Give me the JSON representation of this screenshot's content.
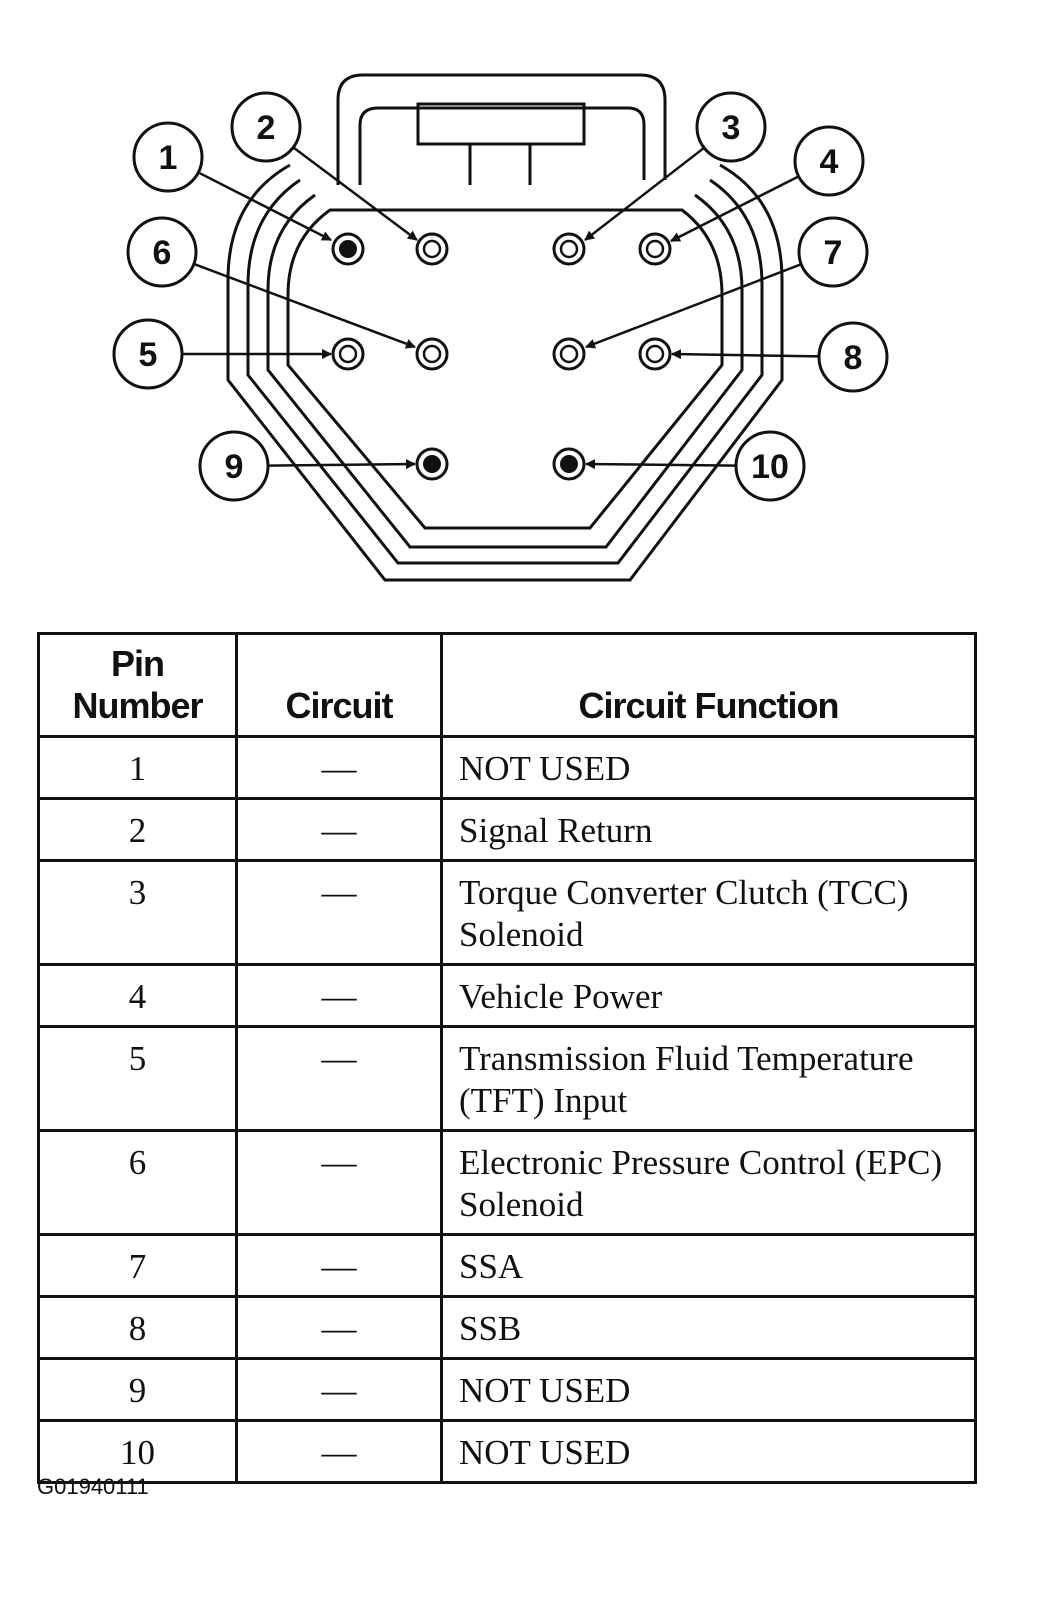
{
  "diagram": {
    "callouts": [
      {
        "label": "1",
        "pin_color": "filled"
      },
      {
        "label": "2",
        "pin_color": "hollow"
      },
      {
        "label": "3",
        "pin_color": "hollow"
      },
      {
        "label": "4",
        "pin_color": "hollow"
      },
      {
        "label": "5",
        "pin_color": "hollow"
      },
      {
        "label": "6",
        "pin_color": "hollow"
      },
      {
        "label": "7",
        "pin_color": "hollow"
      },
      {
        "label": "8",
        "pin_color": "hollow"
      },
      {
        "label": "9",
        "pin_color": "filled"
      },
      {
        "label": "10",
        "pin_color": "filled"
      }
    ]
  },
  "table": {
    "headers": {
      "pin_line1": "Pin",
      "pin_line2": "Number",
      "circuit": "Circuit",
      "function": "Circuit Function"
    },
    "rows": [
      {
        "pin": "1",
        "circuit": "—",
        "function": "NOT USED"
      },
      {
        "pin": "2",
        "circuit": "—",
        "function": "Signal Return"
      },
      {
        "pin": "3",
        "circuit": "—",
        "function": "Torque Converter Clutch (TCC) Solenoid"
      },
      {
        "pin": "4",
        "circuit": "—",
        "function": "Vehicle Power"
      },
      {
        "pin": "5",
        "circuit": "—",
        "function": "Transmission Fluid Temperature (TFT) Input"
      },
      {
        "pin": "6",
        "circuit": "—",
        "function": "Electronic Pressure Control (EPC) Solenoid"
      },
      {
        "pin": "7",
        "circuit": "—",
        "function": "SSA"
      },
      {
        "pin": "8",
        "circuit": "—",
        "function": "SSB"
      },
      {
        "pin": "9",
        "circuit": "—",
        "function": "NOT USED"
      },
      {
        "pin": "10",
        "circuit": "—",
        "function": "NOT USED"
      }
    ]
  },
  "figure_id": "G01940111"
}
